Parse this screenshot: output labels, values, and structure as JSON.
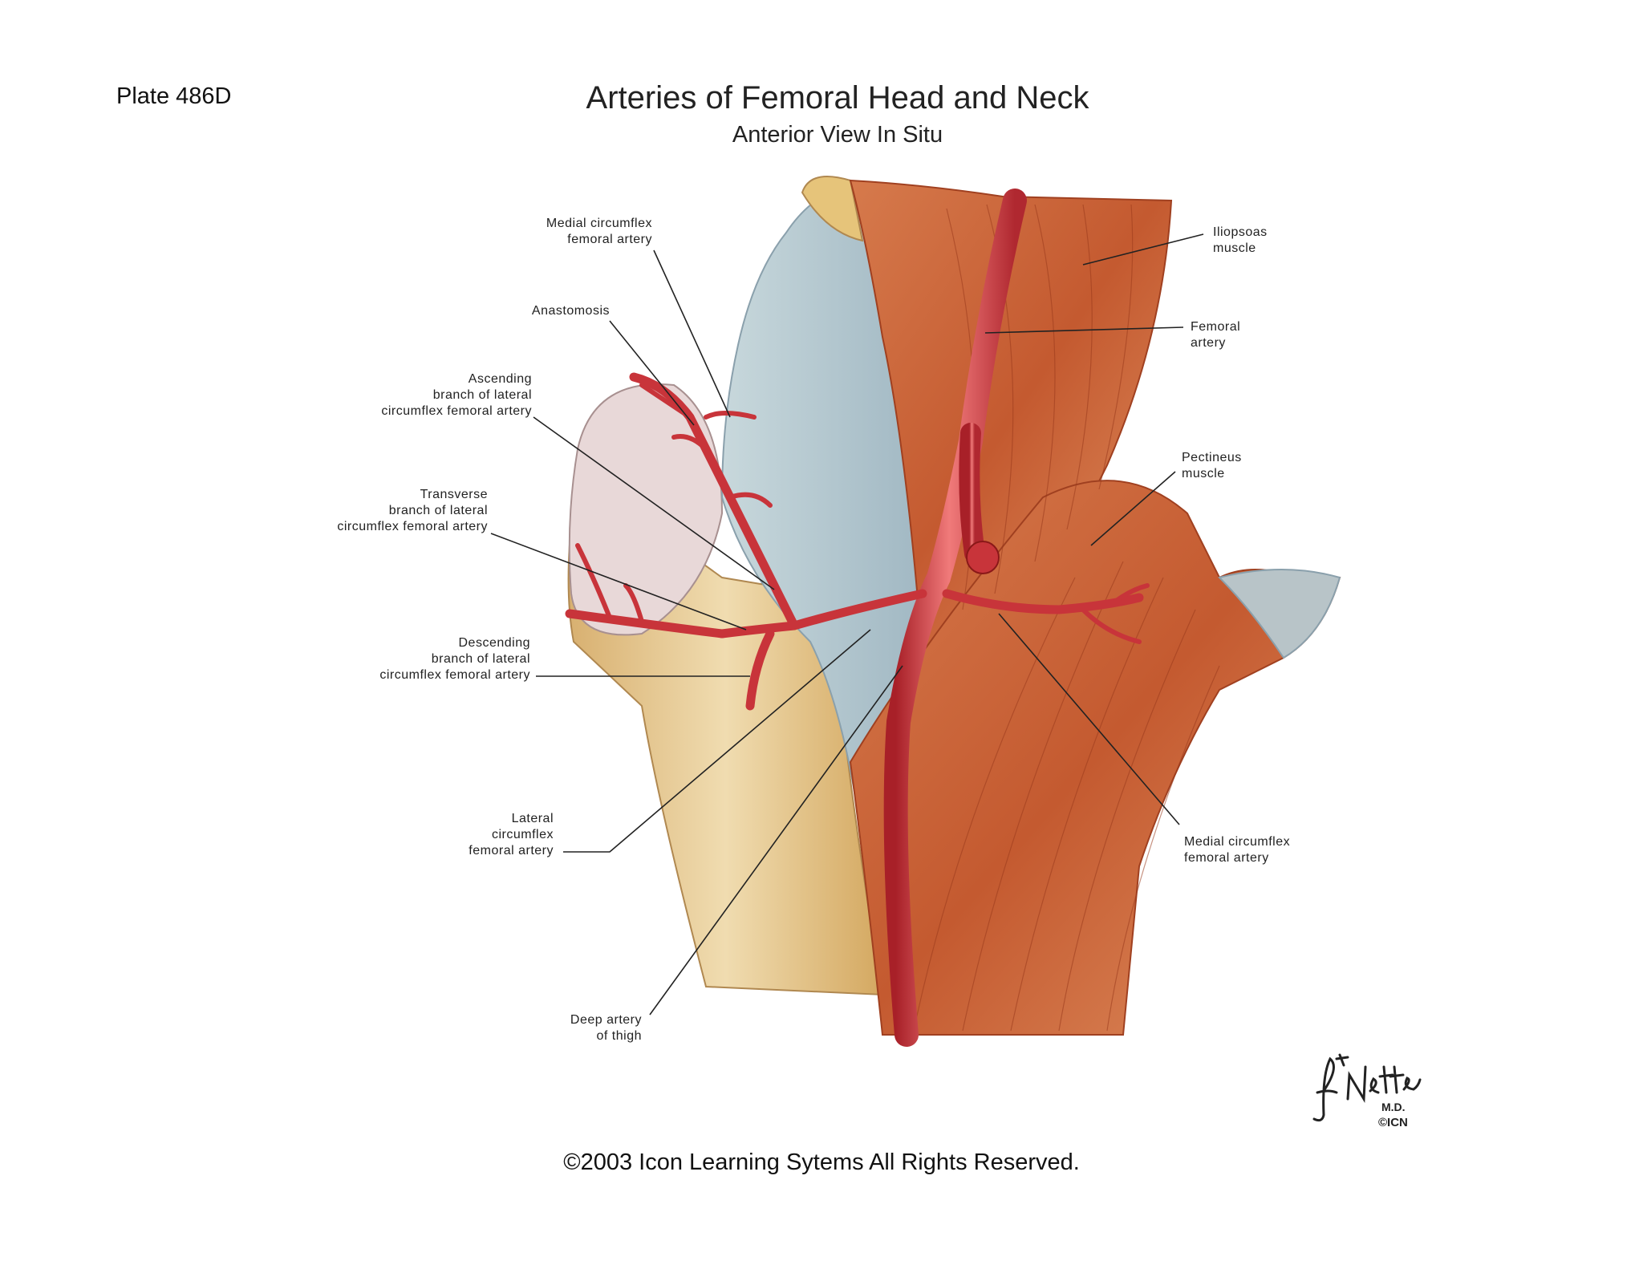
{
  "plate": "Plate 486D",
  "title": "Arteries of Femoral Head and Neck",
  "subtitle": "Anterior View In Situ",
  "labels": {
    "medial_circumflex_top": "Medial circumflex\nfemoral artery",
    "anastomosis": "Anastomosis",
    "ascending_branch": "Ascending\nbranch of lateral\ncircumflex femoral artery",
    "transverse_branch": "Transverse\nbranch of lateral\ncircumflex femoral artery",
    "descending_branch": "Descending\nbranch of lateral\ncircumflex femoral artery",
    "lateral_circumflex": "Lateral\ncircumflex\nfemoral artery",
    "deep_artery": "Deep artery\nof thigh",
    "iliopsoas": "Iliopsoas\nmuscle",
    "femoral_artery": "Femoral\nartery",
    "pectineus": "Pectineus\nmuscle",
    "medial_circumflex_right": "Medial circumflex\nfemoral artery"
  },
  "signature": "F. Netter M.D.",
  "signature_mark": "©ICN",
  "copyright": "©2003 Icon Learning Sytems All Rights Reserved.",
  "colors": {
    "artery": "#c8343a",
    "artery_highlight": "#f08a8a",
    "muscle": "#c8643a",
    "bone": "#e8c890",
    "capsule": "#b8c8d0"
  }
}
